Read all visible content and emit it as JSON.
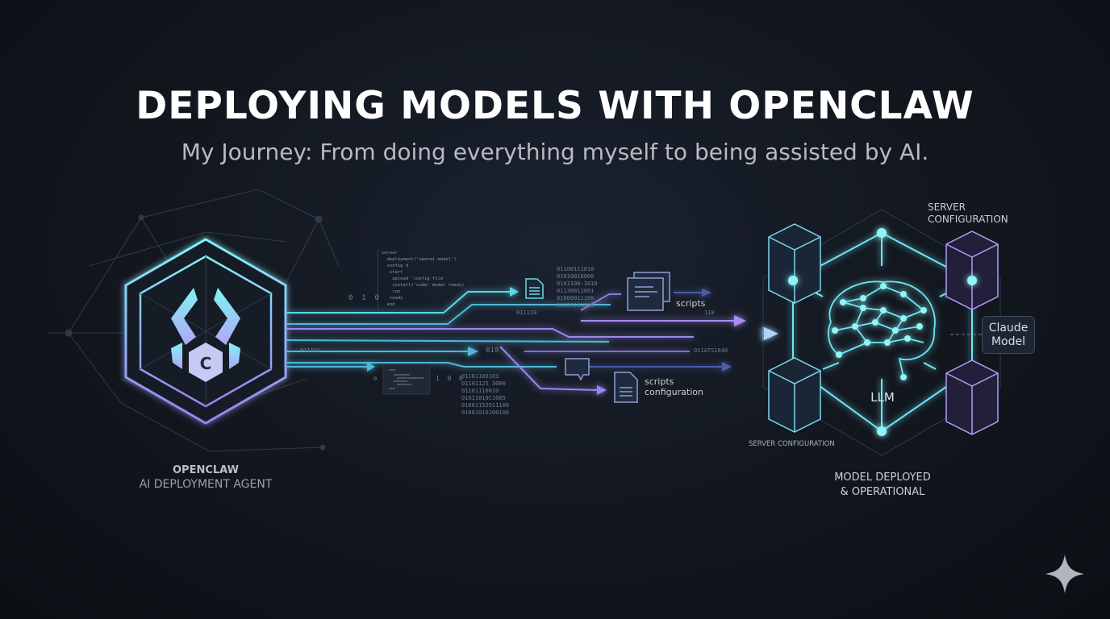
{
  "header": {
    "title": "DEPLOYING MODELS WITH OPENCLAW",
    "subtitle": "My Journey: From doing everything myself to being assisted by AI."
  },
  "agent": {
    "name": "OPENCLAW",
    "role": "AI DEPLOYMENT AGENT",
    "logo_letter": "C"
  },
  "flow": {
    "labels": {
      "scripts": "scripts",
      "scripts_configuration_1": "scripts",
      "scripts_configuration_2": "configuration"
    },
    "binary": {
      "b1": "0  1  0",
      "b2": "011110",
      "b3": "010",
      "b4": "011ATS1640",
      "b5": "110",
      "b6": "1  0  0",
      "b7": "0",
      "b8": "011111",
      "block_top": "01100111010\n01010010000\n0101100-1010\n01130011001\n01000011100\n01100101000",
      "block_bottom": "01101100103\n01101125 3000\n01101110010\n01011010C1005\n01001152911100\n01001010100100"
    },
    "code_snippet": "server\n  deployment('openai.model')\n  config d\n   start\n    upload 'config file'\n    install('cuda' model ready)\n    run\n   ready\n  end"
  },
  "cluster": {
    "top_label_1": "SERVER",
    "top_label_2": "CONFIGURATION",
    "center_label": "LLM",
    "side_box_1": "Claude",
    "side_box_2": "Model",
    "bottom_left_label": "SERVER CONFIGURATION",
    "status_1": "MODEL DEPLOYED",
    "status_2": "& OPERATIONAL"
  },
  "colors": {
    "cyan": "#5ff0f0",
    "purple": "#a98cf5",
    "text": "#c9ced8"
  }
}
